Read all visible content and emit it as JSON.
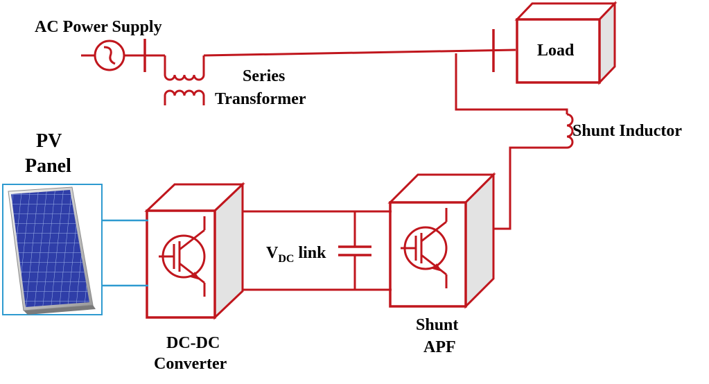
{
  "diagram": {
    "title": "PV-integrated Unified Power Quality Conditioner block diagram",
    "colors": {
      "wire": "#c0161d",
      "box_side": "#e3e3e3",
      "pv_frame": "#2e9ad0",
      "pv_cells": "#2f3ea8"
    },
    "labels": {
      "ac_supply": "AC Power Supply",
      "load": "Load",
      "series_tf_line1": "Series",
      "series_tf_line2": "Transformer",
      "shunt_inductor": "Shunt Inductor",
      "pv_line1": "PV",
      "pv_line2": "Panel",
      "vdc_main": "V",
      "vdc_sub": "DC",
      "vdc_suffix": " link",
      "dcdc_line1": "DC-DC",
      "dcdc_line2": "Converter",
      "shunt_apf_line1": "Shunt",
      "shunt_apf_line2": "APF"
    },
    "components": [
      {
        "id": "ac-source",
        "name": "AC Power Supply",
        "icon": "ac-source-icon"
      },
      {
        "id": "series-transformer",
        "name": "Series Transformer",
        "icon": "transformer-icon"
      },
      {
        "id": "load",
        "name": "Load",
        "icon": "box-icon"
      },
      {
        "id": "shunt-inductor",
        "name": "Shunt Inductor",
        "icon": "inductor-icon"
      },
      {
        "id": "shunt-apf",
        "name": "Shunt APF",
        "icon": "igbt-icon"
      },
      {
        "id": "dc-link",
        "name": "VDC link",
        "icon": "capacitor-icon"
      },
      {
        "id": "dcdc",
        "name": "DC-DC Converter",
        "icon": "igbt-icon"
      },
      {
        "id": "pv",
        "name": "PV Panel",
        "icon": "solar-panel-icon"
      }
    ]
  }
}
